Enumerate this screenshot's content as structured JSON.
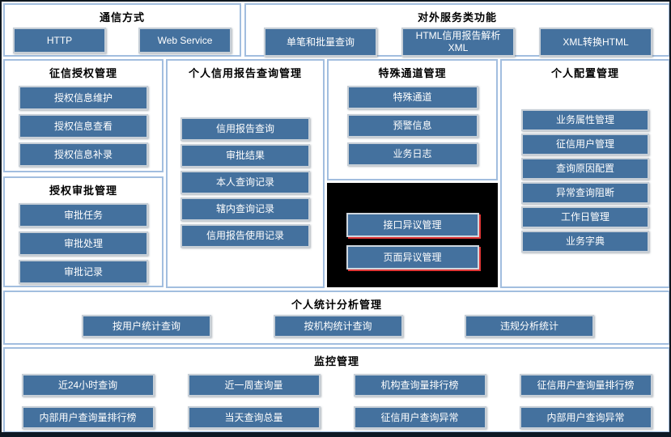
{
  "colors": {
    "button_bg": "#44719E",
    "button_border": "#C7CFD7",
    "button_text": "#FFFFFF",
    "section_border": "#A2BEDF",
    "section_bg": "#FFFFFF",
    "frame_border": "#10181F",
    "black_panel_bg": "#000000",
    "dispute_accent_red": "#E03636",
    "title_text": "#000000"
  },
  "sections": {
    "communication": {
      "title": "通信方式",
      "buttons": [
        "HTTP",
        "Web Service"
      ]
    },
    "external_services": {
      "title": "对外服务类功能",
      "buttons": [
        "单笔和批量查询",
        "HTML信用报告解析XML",
        "XML转换HTML"
      ]
    },
    "credit_authorization": {
      "title": "征信授权管理",
      "buttons": [
        "授权信息维护",
        "授权信息查看",
        "授权信息补录"
      ]
    },
    "authorization_approval": {
      "title": "授权审批管理",
      "buttons": [
        "审批任务",
        "审批处理",
        "审批记录"
      ]
    },
    "credit_report_query": {
      "title": "个人信用报告查询管理",
      "buttons": [
        "信用报告查询",
        "审批结果",
        "本人查询记录",
        "辖内查询记录",
        "信用报告使用记录"
      ]
    },
    "special_channel": {
      "title": "特殊通道管理",
      "buttons": [
        "特殊通道",
        "预警信息",
        "业务日志"
      ]
    },
    "dispute_management": {
      "buttons": [
        "接口异议管理",
        "页面异议管理"
      ]
    },
    "personal_config": {
      "title": "个人配置管理",
      "buttons": [
        "业务属性管理",
        "征信用户管理",
        "查询原因配置",
        "异常查询阻断",
        "工作日管理",
        "业务字典"
      ]
    },
    "personal_statistics": {
      "title": "个人统计分析管理",
      "buttons": [
        "按用户统计查询",
        "按机构统计查询",
        "违规分析统计"
      ]
    },
    "monitoring": {
      "title": "监控管理",
      "buttons": [
        "近24小时查询",
        "近一周查询量",
        "机构查询量排行榜",
        "征信用户查询量排行榜",
        "内部用户查询量排行榜",
        "当天查询总量",
        "征信用户查询异常",
        "内部用户查询异常"
      ]
    }
  }
}
